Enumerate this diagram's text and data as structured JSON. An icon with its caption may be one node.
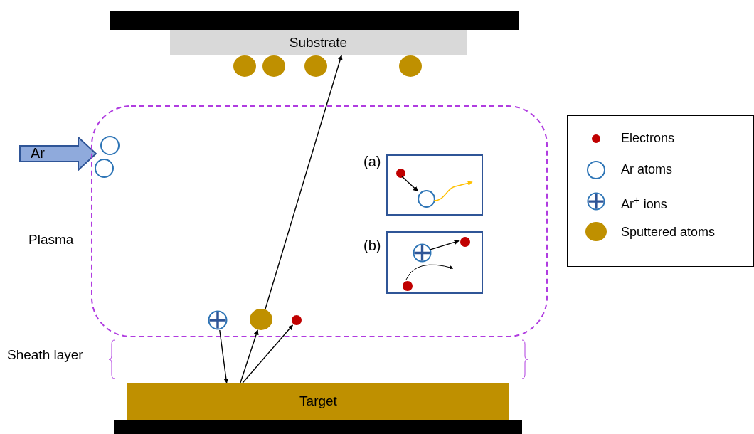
{
  "diagram": {
    "nodes": [
      {
        "text": [
          "Substrate"
        ]
      },
      {
        "text": [],
        "shape": "circle"
      },
      {
        "text": [],
        "shape": "circle"
      },
      {
        "text": [],
        "shape": "circle"
      },
      {
        "text": [],
        "shape": "circle"
      },
      {
        "text": [
          "Ar"
        ]
      },
      {
        "text": [
          "Plasma"
        ]
      },
      {
        "text": [],
        "shape": "circle",
        "in": 6
      },
      {
        "text": [],
        "shape": "circle",
        "in": 6
      },
      {
        "text": [
          "(a)"
        ],
        "in": 6
      },
      {
        "text": [],
        "shape": "circle",
        "in": 9
      },
      {
        "text": [],
        "shape": "circle",
        "in": 9
      },
      {
        "text": [
          "(b)"
        ],
        "in": 6
      },
      {
        "text": [],
        "shape": "circle",
        "in": 12
      },
      {
        "text": [],
        "shape": "circle",
        "in": 12
      },
      {
        "text": [],
        "shape": "circle",
        "in": 12
      },
      {
        "text": [],
        "shape": "circle",
        "in": 6
      },
      {
        "text": [],
        "shape": "circle",
        "in": 6
      },
      {
        "text": [],
        "shape": "circle",
        "in": 6
      },
      {
        "text": [
          "Target"
        ]
      },
      {
        "text": [],
        "shape": "bar"
      },
      {
        "text": [],
        "shape": "bar"
      }
    ],
    "edges": [
      {
        "from": 16,
        "to": 19,
        "arrow": "to"
      },
      {
        "from": 19,
        "to": 17,
        "arrow": "to"
      },
      {
        "from": 19,
        "to": 18,
        "arrow": "to"
      },
      {
        "from": 17,
        "to": 0,
        "arrow": "to"
      },
      {
        "from": 10,
        "to": 11,
        "arrow": "to"
      },
      {
        "from": 11,
        "to": null,
        "arrow": "to",
        "color": "#ffc000"
      },
      {
        "from": 13,
        "to": 14,
        "arrow": "to"
      },
      {
        "from": 15,
        "to": null,
        "arrow": "to"
      }
    ],
    "labels": [
      "Sheath layer"
    ],
    "legend": [
      {
        "text": "Electrons",
        "color": "#c00000"
      },
      {
        "text": "Ar atoms"
      },
      {
        "text": "Ar$^{+}$ ions"
      },
      {
        "text": "Sputtered atoms",
        "color": "#bf9000"
      }
    ]
  }
}
